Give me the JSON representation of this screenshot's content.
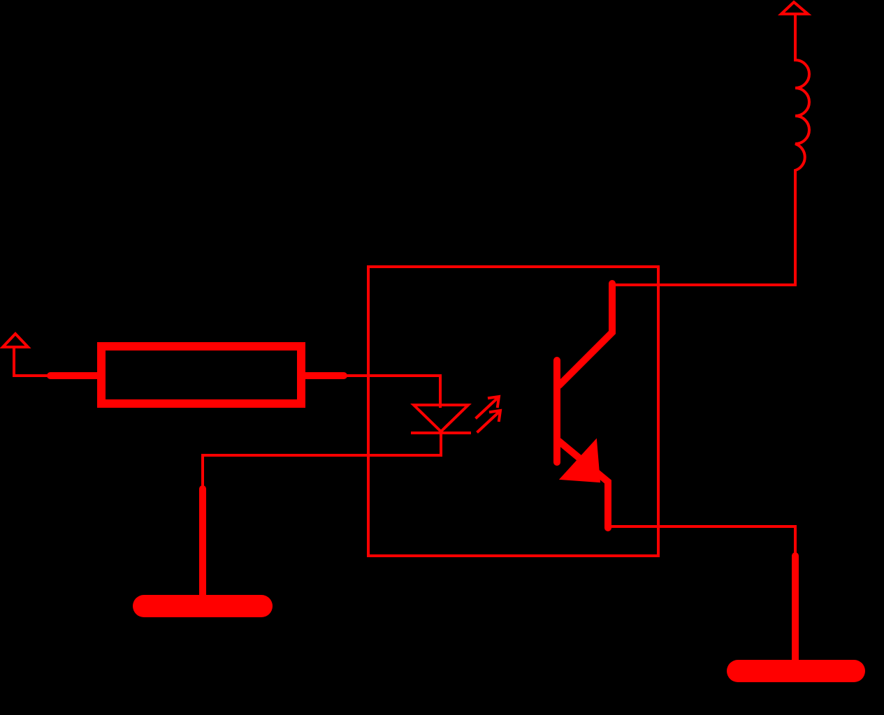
{
  "diagram": {
    "kind": "optocoupler-relay-driver-schematic",
    "colors": {
      "background": "#000000",
      "stroke": "#ff0000"
    },
    "components": [
      {
        "name": "input-supply",
        "symbol": "power-flag-arrow"
      },
      {
        "name": "current-limit-resistor",
        "symbol": "resistor"
      },
      {
        "name": "optocoupler-package",
        "symbol": "box"
      },
      {
        "name": "optocoupler-led",
        "symbol": "light-emitting-diode"
      },
      {
        "name": "optocoupler-phototransistor",
        "symbol": "npn-phototransistor"
      },
      {
        "name": "relay-coil",
        "symbol": "inductor"
      },
      {
        "name": "output-supply",
        "symbol": "power-flag-arrow"
      },
      {
        "name": "input-ground",
        "symbol": "ground-bar"
      },
      {
        "name": "output-ground",
        "symbol": "ground-bar"
      }
    ]
  }
}
